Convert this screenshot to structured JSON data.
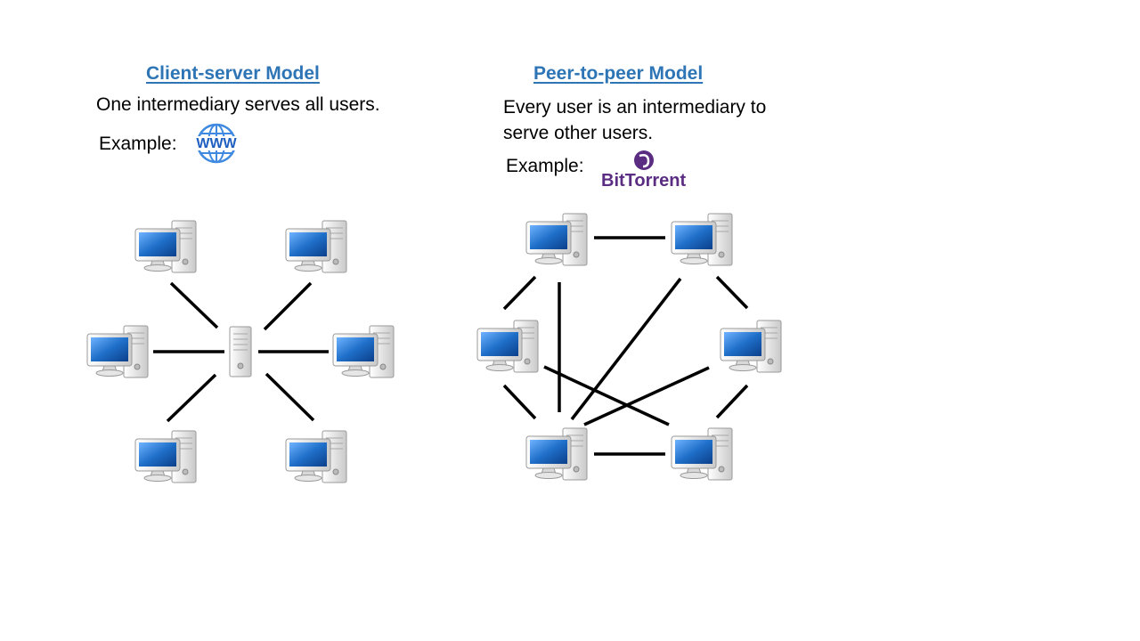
{
  "client_server": {
    "title": "Client-server Model",
    "description": "One intermediary serves all users.",
    "example_label": "Example:",
    "example_logo_text": "WWW"
  },
  "peer_to_peer": {
    "title": "Peer-to-peer Model",
    "description_line1": "Every user is an intermediary to",
    "description_line2": "serve other users.",
    "example_label": "Example:",
    "example_logo_text": "BitTorrent"
  },
  "colors": {
    "heading": "#2e75b6",
    "screen": "#1f6fc9",
    "tower": "#e8e8e8",
    "link": "#000000",
    "bittorrent": "#5a2d82",
    "www": "#3f8ae0"
  }
}
